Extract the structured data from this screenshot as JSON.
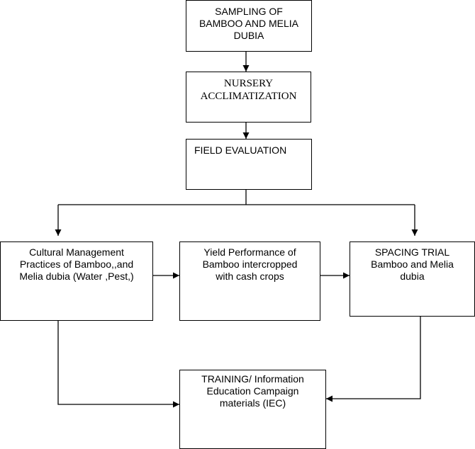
{
  "boxes": {
    "sampling": "SAMPLING OF\nBAMBOO AND MELIA\nDUBIA",
    "nursery": "NURSERY\nACCLIMATIZATION",
    "field_evaluation": "FIELD EVALUATION",
    "cultural_management": "Cultural Management\nPractices of Bamboo,,and\nMelia dubia  (Water ,Pest,)",
    "yield_performance": "Yield Performance of\nBamboo intercropped\nwith cash crops",
    "spacing_trial": "SPACING  TRIAL\nBamboo and Melia\ndubia",
    "training": "TRAINING/ Information\nEducation Campaign\nmaterials (IEC)"
  },
  "colors": {
    "line": "#000000",
    "box_border": "#000000",
    "background": "#ffffff"
  }
}
